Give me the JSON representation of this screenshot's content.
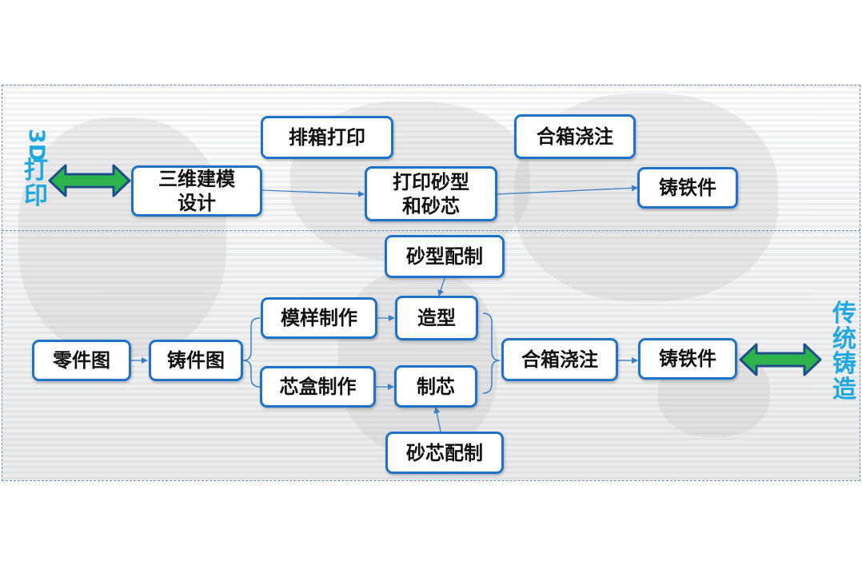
{
  "labels": {
    "printing_prefix": "3D",
    "printing_suffix": "打印",
    "traditional": "传统铸造"
  },
  "top_flow": {
    "cad": "三维建模\n设计",
    "layout": "排箱打印",
    "print_mold": "打印砂型\n和砂芯",
    "close_pour": "合箱浇注",
    "casting": "铸铁件"
  },
  "bottom_flow": {
    "part_drawing": "零件图",
    "casting_drawing": "铸件图",
    "pattern_making": "模样制作",
    "corebox_making": "芯盒制作",
    "sand_mix": "砂型配制",
    "molding": "造型",
    "core_making": "制芯",
    "core_sand_mix": "砂芯配制",
    "close_pour": "合箱浇注",
    "casting": "铸铁件"
  },
  "colors": {
    "box_border": "#1e73c8",
    "label": "#1ea7e0",
    "arrow_fill": "#2db34a",
    "arrow_border": "#1f4f8a",
    "connector": "#3a7fc4"
  }
}
